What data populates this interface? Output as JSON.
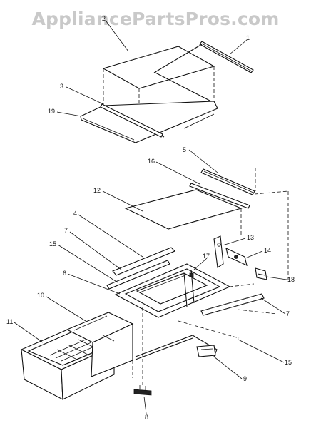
{
  "watermark": "AppliancePartsPros.com",
  "callouts": {
    "c1": "1",
    "c2": "2",
    "c3": "3",
    "c4": "4",
    "c5": "5",
    "c6": "6",
    "c7a": "7",
    "c7b": "7",
    "c8": "8",
    "c9": "9",
    "c10": "10",
    "c11": "11",
    "c12": "12",
    "c13": "13",
    "c14": "14",
    "c15a": "15",
    "c15b": "15",
    "c16": "16",
    "c17": "17",
    "c18": "18",
    "c19": "19"
  },
  "colors": {
    "line": "#111111",
    "watermark": "#c9c9c9",
    "background": "#ffffff"
  }
}
